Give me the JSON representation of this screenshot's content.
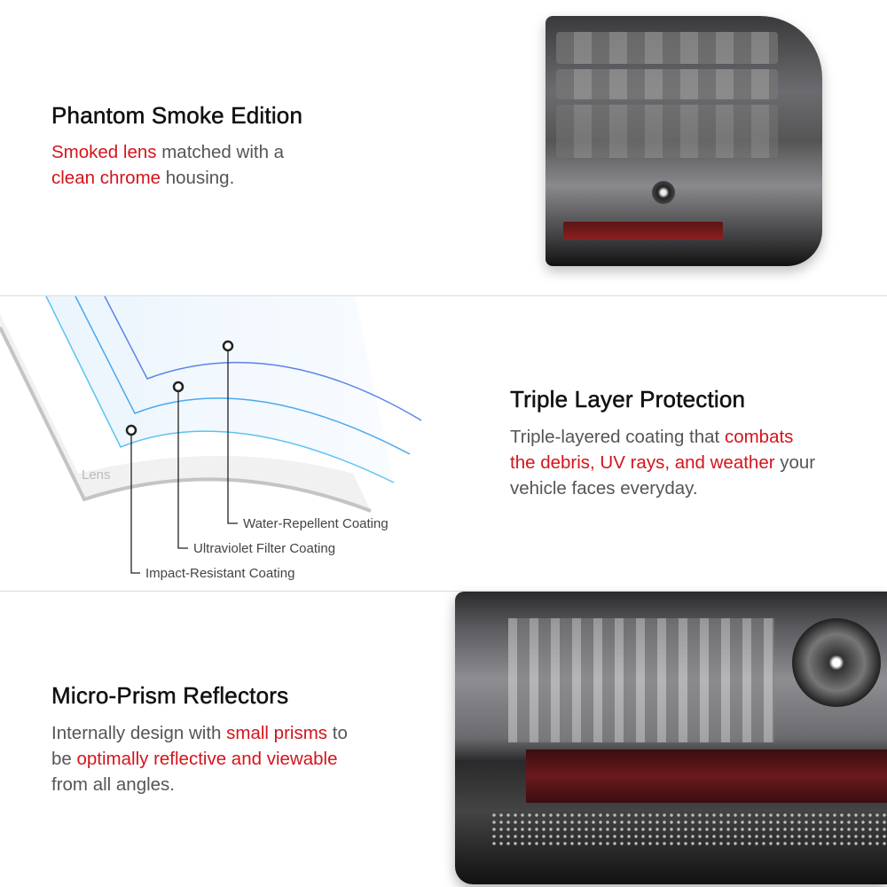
{
  "sections": [
    {
      "title": "Phantom Smoke Edition",
      "body": [
        {
          "t": "Smoked lens",
          "red": true
        },
        {
          "t": " matched with a",
          "red": false
        },
        {
          "t": "clean chrome",
          "red": true
        },
        {
          "t": " housing.",
          "red": false
        }
      ]
    },
    {
      "title": "Triple Layer Protection",
      "body": [
        {
          "t": "Triple-layered coating that ",
          "red": false
        },
        {
          "t": "combats",
          "red": true
        },
        {
          "t": "the debris, UV rays, and weather",
          "red": true
        },
        {
          "t": " your",
          "red": false
        },
        {
          "t": "vehicle faces everyday.",
          "red": false
        }
      ]
    },
    {
      "title": "Micro-Prism Reflectors",
      "body": [
        {
          "t": "Internally design with ",
          "red": false
        },
        {
          "t": "small prisms",
          "red": true
        },
        {
          "t": " to",
          "red": false
        },
        {
          "t": "be ",
          "red": false
        },
        {
          "t": "optimally reflective and viewable",
          "red": true
        },
        {
          "t": "from all angles.",
          "red": false
        }
      ]
    }
  ],
  "diagram": {
    "lens_label": "Lens",
    "layers": [
      "Water-Repellent Coating",
      "Ultraviolet Filter Coating",
      "Impact-Resistant Coating"
    ]
  },
  "colors": {
    "accent": "#d4141c",
    "text": "#555555"
  }
}
